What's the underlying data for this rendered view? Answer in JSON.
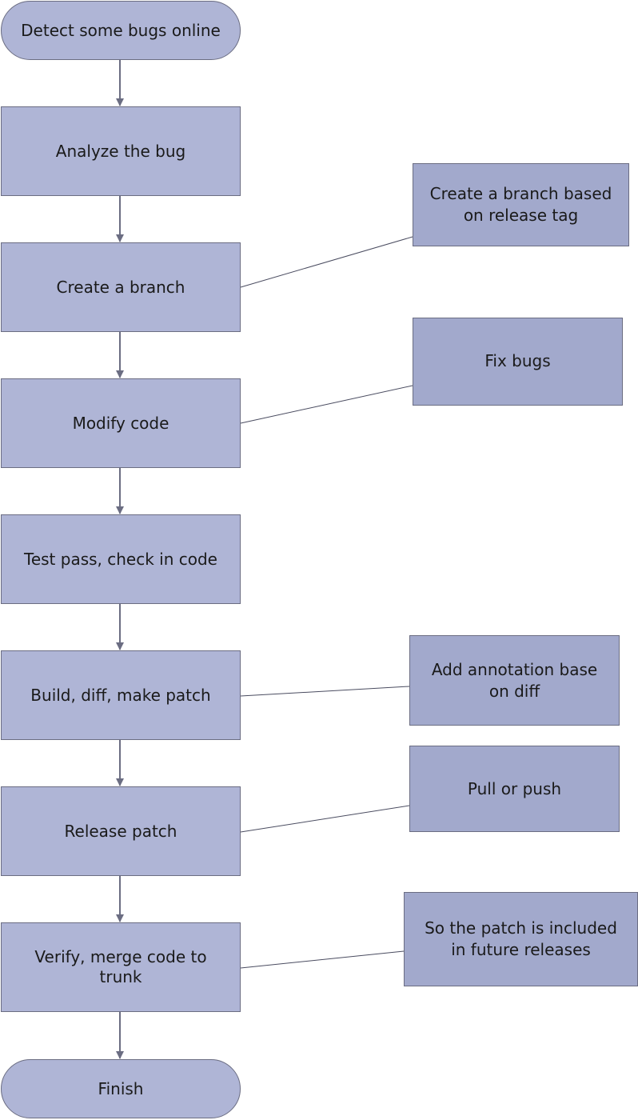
{
  "flow": {
    "start": "Detect some bugs online",
    "steps": [
      "Analyze the bug",
      "Create a branch",
      "Modify code",
      "Test pass, check in code",
      "Build, diff, make patch",
      "Release patch",
      "Verify,  merge code to trunk"
    ],
    "end": "Finish"
  },
  "notes": {
    "branch": "Create a branch based on release tag",
    "fix": "Fix bugs",
    "annotation": "Add annotation base on diff",
    "pull_push": "Pull or push",
    "future": "So the patch is included in future releases"
  },
  "colors": {
    "box_fill": "#afb5d6",
    "note_fill": "#a2a9cc",
    "outline": "#6b6d82",
    "arrow": "#6b6d82"
  }
}
